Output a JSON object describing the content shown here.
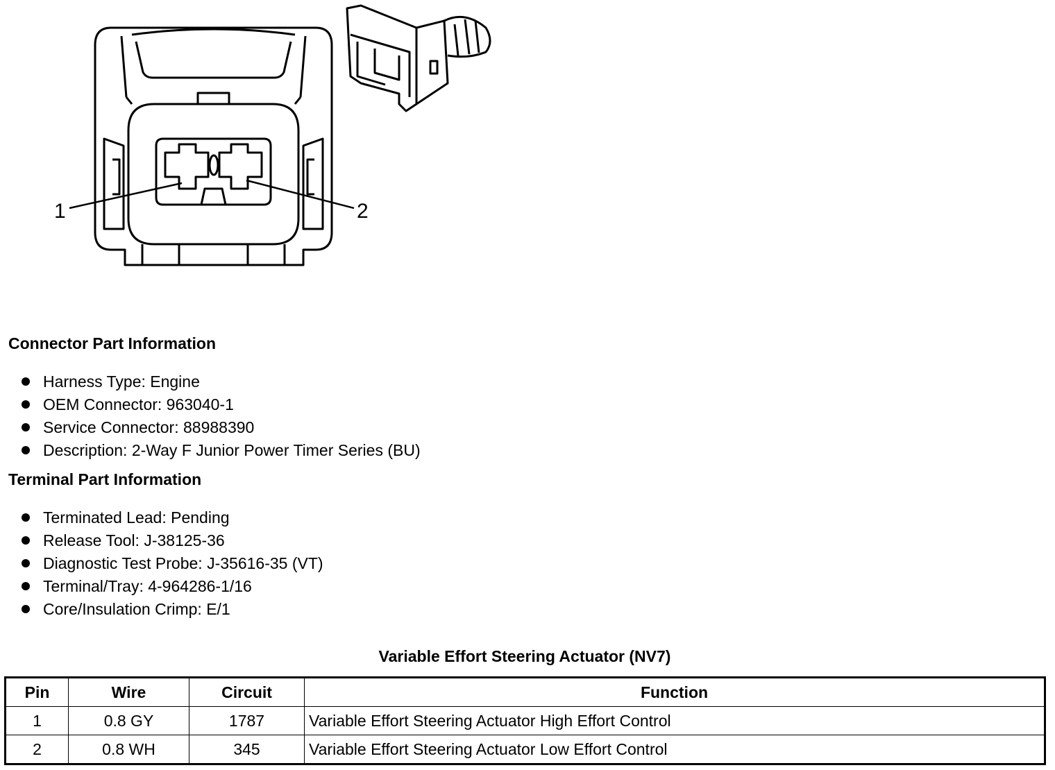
{
  "diagram": {
    "pin_labels": [
      "1",
      "2"
    ]
  },
  "connector_section": {
    "title": "Connector Part Information",
    "items": [
      "Harness Type: Engine",
      "OEM Connector: 963040-1",
      "Service Connector: 88988390",
      "Description: 2-Way F Junior Power Timer Series (BU)"
    ]
  },
  "terminal_section": {
    "title": "Terminal Part Information",
    "items": [
      "Terminated Lead: Pending",
      "Release Tool: J-38125-36",
      "Diagnostic Test Probe: J-35616-35 (VT)",
      "Terminal/Tray: 4-964286-1/16",
      "Core/Insulation Crimp: E/1"
    ]
  },
  "pin_table": {
    "title": "Variable Effort Steering Actuator (NV7)",
    "headers": [
      "Pin",
      "Wire",
      "Circuit",
      "Function"
    ],
    "rows": [
      [
        "1",
        "0.8 GY",
        "1787",
        "Variable Effort Steering Actuator High Effort Control"
      ],
      [
        "2",
        "0.8 WH",
        "345",
        "Variable Effort Steering Actuator Low Effort Control"
      ]
    ]
  }
}
